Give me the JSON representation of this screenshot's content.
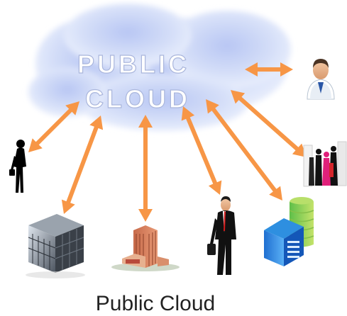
{
  "diagram": {
    "cloud_label_line1": "PUBLIC",
    "cloud_label_line2": "CLOUD",
    "caption": "Public Cloud"
  },
  "nodes": [
    {
      "id": "business-person",
      "icon": "business-person-icon"
    },
    {
      "id": "businesswoman",
      "icon": "businesswoman-silhouette-icon"
    },
    {
      "id": "office-building",
      "icon": "office-building-icon"
    },
    {
      "id": "brick-building",
      "icon": "brick-building-icon"
    },
    {
      "id": "walking-businessman",
      "icon": "walking-businessman-icon"
    },
    {
      "id": "blue-tower",
      "icon": "blue-tower-icon"
    },
    {
      "id": "crowd",
      "icon": "people-crowd-icon"
    }
  ],
  "colors": {
    "arrow": "#F79646",
    "cloud": "#C9D6F5",
    "cloud_text": "#FFFFFF"
  }
}
